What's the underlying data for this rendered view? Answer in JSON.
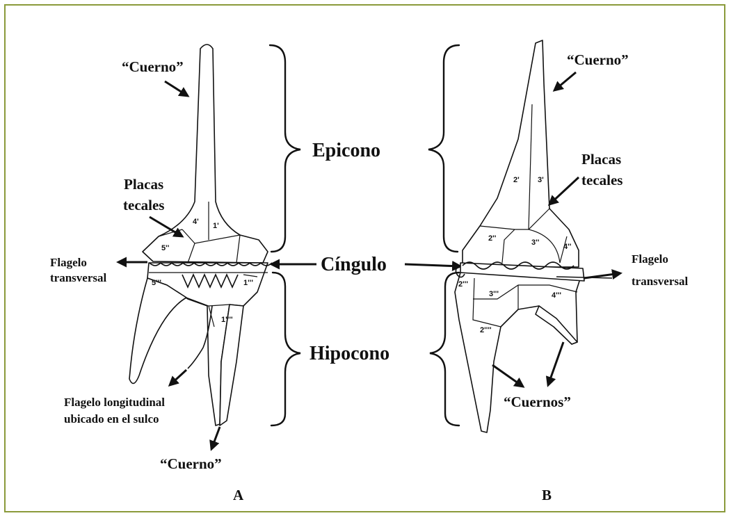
{
  "labels": {
    "epicono": "Epicono",
    "cingulo": "Cíngulo",
    "hipocono": "Hipocono",
    "a_cuerno_top": "“Cuerno”",
    "a_placas_1": "Placas",
    "a_placas_2": "tecales",
    "a_flagelo_t1": "Flagelo",
    "a_flagelo_t2": "transversal",
    "a_flagelo_l1": "Flagelo longitudinal",
    "a_flagelo_l2": "ubicado en el sulco",
    "a_cuerno_bottom": "“Cuerno”",
    "b_cuerno_top": "“Cuerno”",
    "b_placas_1": "Placas",
    "b_placas_2": "tecales",
    "b_flagelo_t1": "Flagelo",
    "b_flagelo_t2": "transversal",
    "b_cuernos": "“Cuernos”",
    "panel_a": "A",
    "panel_b": "B"
  },
  "plate_numbers": {
    "a_4p": "4'",
    "a_1p": "1'",
    "a_5pp": "5''",
    "a_5ppp": "5'''",
    "a_1ppp": "1'''",
    "a_1pppp": "1''''",
    "b_2p": "2'",
    "b_3p": "3'",
    "b_2pp": "2''",
    "b_3pp": "3''",
    "b_4pp": "4''",
    "b_2ppp": "2'''",
    "b_3ppp": "3'''",
    "b_4ppp": "4'''",
    "b_2pppp": "2''''"
  },
  "colors": {
    "frame": "#8a9a3a",
    "ink": "#111111",
    "background": "#ffffff"
  }
}
